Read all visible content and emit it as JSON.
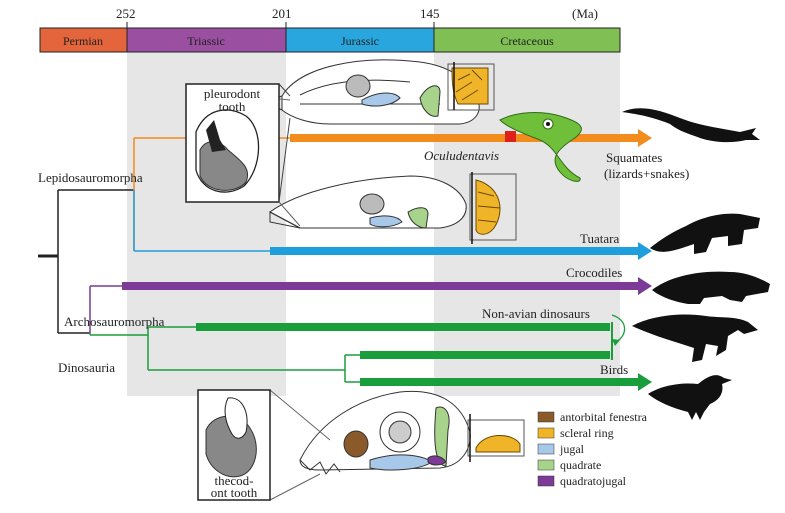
{
  "timescale": {
    "ticks": [
      "252",
      "201",
      "145"
    ],
    "unit": "(Ma)",
    "periods": [
      {
        "name": "Permian",
        "color": "#e4653c"
      },
      {
        "name": "Triassic",
        "color": "#9a4fa0"
      },
      {
        "name": "Jurassic",
        "color": "#2aa6de"
      },
      {
        "name": "Cretaceous",
        "color": "#80bf53"
      }
    ]
  },
  "clades": {
    "lepidosauromorpha": "Lepidosauromorpha",
    "archosauromorpha": "Archosauromorpha",
    "dinosauria": "Dinosauria"
  },
  "taxa": {
    "squamates_line1": "Squamates",
    "squamates_line2": "(lizards+snakes)",
    "tuatara": "Tuatara",
    "crocodiles": "Crocodiles",
    "non_avian_dinosaurs": "Non-avian dinosaurs",
    "birds": "Birds",
    "oculudentavis": "Oculudentavis"
  },
  "callouts": {
    "pleurodont_line1": "pleurodont",
    "pleurodont_line2": "tooth",
    "thecodont_line1": "thecod-",
    "thecodont_line2": "ont tooth"
  },
  "legend": [
    {
      "label": "antorbital fenestra",
      "color": "#8b5a2b"
    },
    {
      "label": "scleral ring",
      "color": "#f0b429"
    },
    {
      "label": "jugal",
      "color": "#a8c8ea"
    },
    {
      "label": "quadrate",
      "color": "#a8d38a"
    },
    {
      "label": "quadratojugal",
      "color": "#7b3b96"
    }
  ],
  "colors": {
    "squamate_branch": "#f28c1c",
    "tuatara_branch": "#1f9ede",
    "archosaur_branch": "#7b3b96",
    "dinosaur_branch": "#1a9e3c",
    "marker": "#e0201b",
    "shade": "#e6e6e6"
  }
}
